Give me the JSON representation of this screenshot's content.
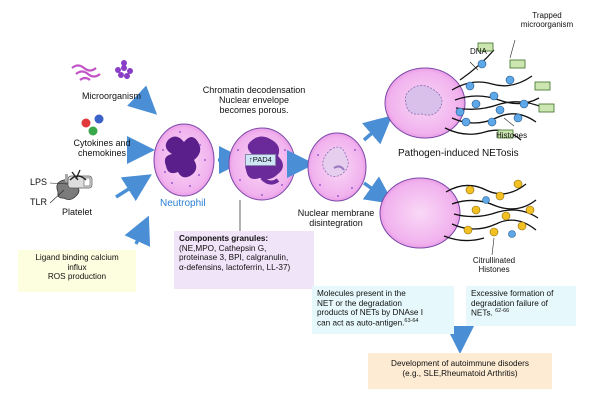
{
  "labels": {
    "microorganism": "Microorganism",
    "cytokines": "Cytokines and",
    "chemokines": "chemokines",
    "lps": "LPS",
    "tlr": "TLR",
    "platelet": "Platelet",
    "neutrophil": "Neutrophil",
    "chromatin_line1": "Chromatin decodensation",
    "chromatin_line2": "Nuclear envelope",
    "chromatin_line3": "becomes porous.",
    "pad4": "↑PAD4",
    "nuclear_membrane_line1": "Nuclear membrane",
    "nuclear_membrane_line2": "disintegration",
    "trapped_line1": "Trapped",
    "trapped_line2": "microorganism",
    "dna": "DNA",
    "histones": "Histones",
    "pathogen_netosis": "Pathogen-induced NETosis",
    "citrullinated_line1": "Citrullinated",
    "citrullinated_line2": "Histones"
  },
  "boxes": {
    "ligand": {
      "line1": "Ligand binding calcium",
      "line2": "influx",
      "line3": "ROS production",
      "color": "#fdfde0"
    },
    "granules": {
      "title": "Components granules:",
      "body_line1": "(NE,MPO, Cathepsin G,",
      "body_line2": "proteinase 3, BPI, calgranulin,",
      "body_line3": "α-defensins, lactoferrin, LL-37)",
      "color": "#f0e4f8"
    },
    "molecules": {
      "line1": "Molecules present in the",
      "line2": "NET or the degradation",
      "line3": "products of NETs by DNAse I",
      "line4": "can act as auto-antigen.",
      "ref": "63-64",
      "color": "#e6f8fb"
    },
    "excessive": {
      "line1": "Excessive formation of",
      "line2": "degradation failure of",
      "line3": "NETs.",
      "ref": "62-66",
      "color": "#e6f8fb"
    },
    "autoimmune": {
      "line1": "Development of autoimmune disoders",
      "line2": "(e.g., SLE,Rheumatoid Arthritis)",
      "color": "#fdebd3"
    }
  },
  "colors": {
    "arrow": "#4a8fd6",
    "cell_fill": "#f4b8f0",
    "cell_border": "#7a4aa8",
    "nucleus": "#5a1f8a",
    "neutrophil_text": "#2a7fd4",
    "histone_blue": "#5fa8e8",
    "histone_yellow": "#f2c022",
    "microbe_green": "#6ab04c"
  }
}
